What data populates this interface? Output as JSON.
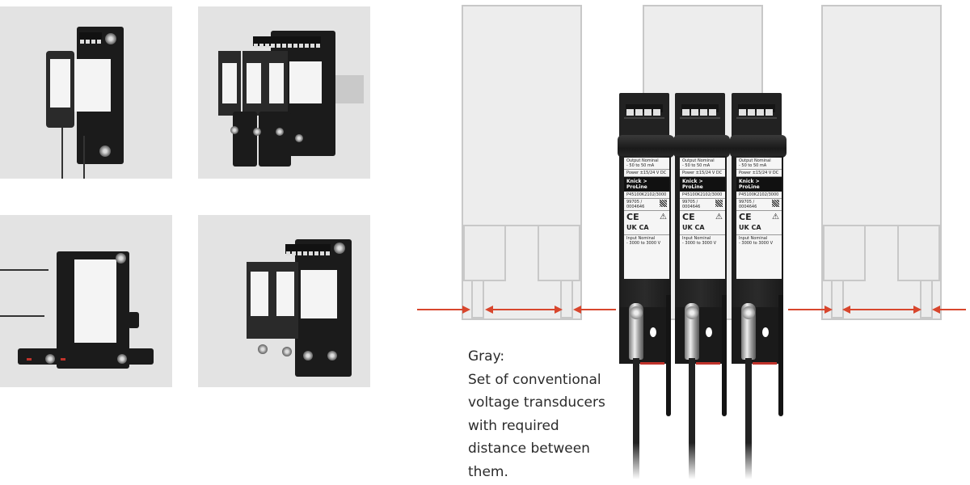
{
  "photos": [
    {
      "name": "single-transducer-with-panel",
      "description": "single voltage transducer on mounting plate with two cables",
      "background": "#e3e3e3"
    },
    {
      "name": "three-transducers-on-dinrail",
      "description": "three transducer modules mounted on DIN rail",
      "background": "#e3e3e3"
    },
    {
      "name": "transducer-side-view",
      "description": "high voltage transducer side view with cables",
      "background": "#e3e3e3"
    },
    {
      "name": "two-transducers-on-base",
      "description": "two transducer modules on base plate",
      "background": "#e3e3e3"
    }
  ],
  "device_label": {
    "output_title": "Output Nominal",
    "output_value": "- 50 to 50 mA",
    "power": "Power ±15/24 V DC",
    "brand": "Knick",
    "brand_arrow": ">",
    "product_line": "ProLine",
    "type_code": "P45100K2102/3000",
    "serial": "99705 / 0004646",
    "ce_mark": "CE",
    "ukca_mark": "UK CA",
    "warning_symbol": "⚠",
    "input_title": "Input Nominal",
    "input_value": "- 3000 to 3000 V"
  },
  "devices": [
    {
      "id": "module-1"
    },
    {
      "id": "module-2"
    },
    {
      "id": "module-3"
    }
  ],
  "caption": {
    "lines": [
      "Gray:",
      "Set of conventional",
      "voltage transducers",
      "with required",
      "distance between",
      "them."
    ]
  },
  "colors": {
    "ghost_fill": "#ededed",
    "ghost_outline": "#c8c8c8",
    "arrow": "#d8462d",
    "device_body": "#1e1e1e",
    "photo_bg": "#e3e3e3",
    "caption_text": "#2b2b2b"
  }
}
